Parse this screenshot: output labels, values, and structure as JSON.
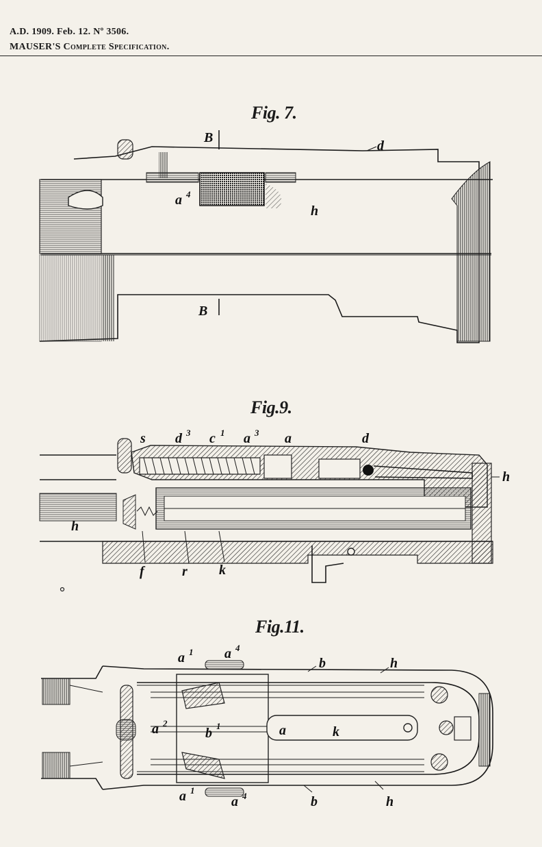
{
  "header": {
    "line1": "A.D. 1909. Feb. 12. Nº 3506.",
    "line2": "MAUSER'S Complete Specification."
  },
  "figures": [
    {
      "title": "Fig. 7.",
      "labels": {
        "B_top": "B",
        "d": "d",
        "a4": "a",
        "a4_sup": "4",
        "h": "h",
        "B_bottom": "B"
      }
    },
    {
      "title": "Fig.9.",
      "labels": {
        "s": "s",
        "d3": "d",
        "d3_sup": "3",
        "c1": "c",
        "c1_sup": "1",
        "a3": "a",
        "a3_sup": "3",
        "a": "a",
        "d": "d",
        "h_right": "h",
        "h_left": "h",
        "f": "f",
        "r": "r",
        "k": "k"
      }
    },
    {
      "title": "Fig.11.",
      "labels": {
        "a1_top": "a",
        "a1_top_sup": "1",
        "a4_top": "a",
        "a4_top_sup": "4",
        "b_top": "b",
        "h_top": "h",
        "a2": "a",
        "a2_sup": "2",
        "b1": "b",
        "b1_sup": "1",
        "a": "a",
        "k": "k",
        "a1_bot": "a",
        "a1_bot_sup": "1",
        "a4_bot": "a",
        "a4_bot_sup": "4",
        "b_bot": "b",
        "h_bot": "h"
      }
    }
  ]
}
